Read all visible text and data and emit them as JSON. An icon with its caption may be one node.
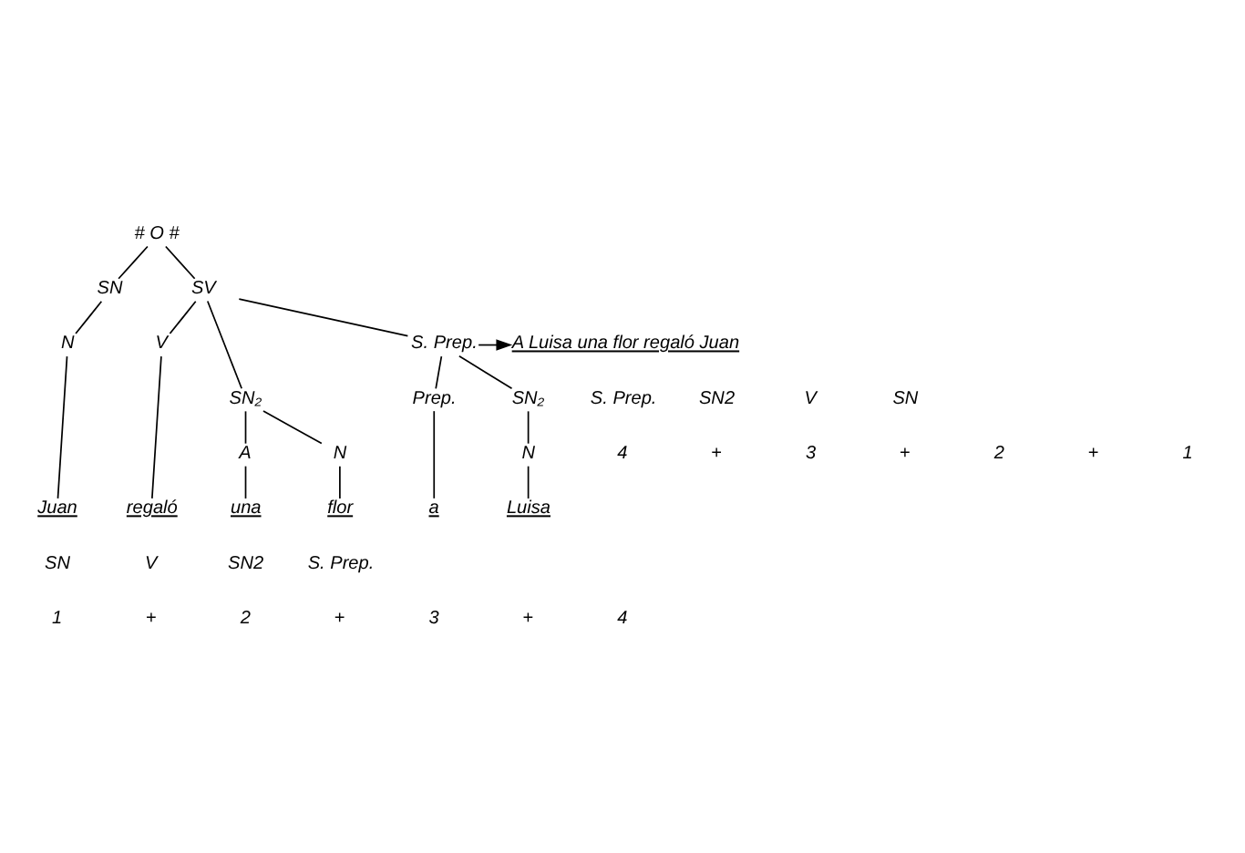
{
  "diagram": {
    "nodes": [
      {
        "text": [
          "# O #"
        ]
      },
      {
        "text": [
          "SN"
        ]
      },
      {
        "text": [
          "SV"
        ]
      },
      {
        "text": [
          "N"
        ]
      },
      {
        "text": [
          "V"
        ]
      },
      {
        "text": [
          "SN₂"
        ]
      },
      {
        "text": [
          "S. Prep."
        ]
      },
      {
        "text": [
          "A"
        ]
      },
      {
        "text": [
          "N"
        ]
      },
      {
        "text": [
          "Prep."
        ]
      },
      {
        "text": [
          "SN₂"
        ]
      },
      {
        "text": [
          "N"
        ]
      },
      {
        "text": [
          "Juan"
        ]
      },
      {
        "text": [
          "regaló"
        ]
      },
      {
        "text": [
          "una"
        ]
      },
      {
        "text": [
          "flor"
        ]
      },
      {
        "text": [
          "a"
        ]
      },
      {
        "text": [
          "Luisa"
        ]
      },
      {
        "text": [
          "A Luisa una flor regaló Juan"
        ]
      }
    ],
    "edges": [
      {
        "from": 0,
        "to": 1,
        "arrow": "none"
      },
      {
        "from": 0,
        "to": 2,
        "arrow": "none"
      },
      {
        "from": 1,
        "to": 3,
        "arrow": "none"
      },
      {
        "from": 2,
        "to": 4,
        "arrow": "none"
      },
      {
        "from": 2,
        "to": 5,
        "arrow": "none"
      },
      {
        "from": 2,
        "to": 6,
        "arrow": "none"
      },
      {
        "from": 5,
        "to": 7,
        "arrow": "none"
      },
      {
        "from": 5,
        "to": 8,
        "arrow": "none"
      },
      {
        "from": 6,
        "to": 9,
        "arrow": "none"
      },
      {
        "from": 6,
        "to": 10,
        "arrow": "none"
      },
      {
        "from": 10,
        "to": 11,
        "arrow": "none"
      },
      {
        "from": 3,
        "to": 12,
        "arrow": "none"
      },
      {
        "from": 4,
        "to": 13,
        "arrow": "none"
      },
      {
        "from": 7,
        "to": 14,
        "arrow": "none"
      },
      {
        "from": 8,
        "to": 15,
        "arrow": "none"
      },
      {
        "from": 9,
        "to": 16,
        "arrow": "none"
      },
      {
        "from": 11,
        "to": 17,
        "arrow": "none"
      },
      {
        "from": 6,
        "to": 18,
        "arrow": "to"
      }
    ],
    "labels": [
      "S. Prep.",
      "SN2",
      "V",
      "SN",
      "4",
      "+",
      "3",
      "+",
      "2",
      "+",
      "1",
      "SN",
      "V",
      "SN2",
      "S. Prep.",
      "1",
      "+",
      "2",
      "+",
      "3",
      "+",
      "4"
    ]
  }
}
